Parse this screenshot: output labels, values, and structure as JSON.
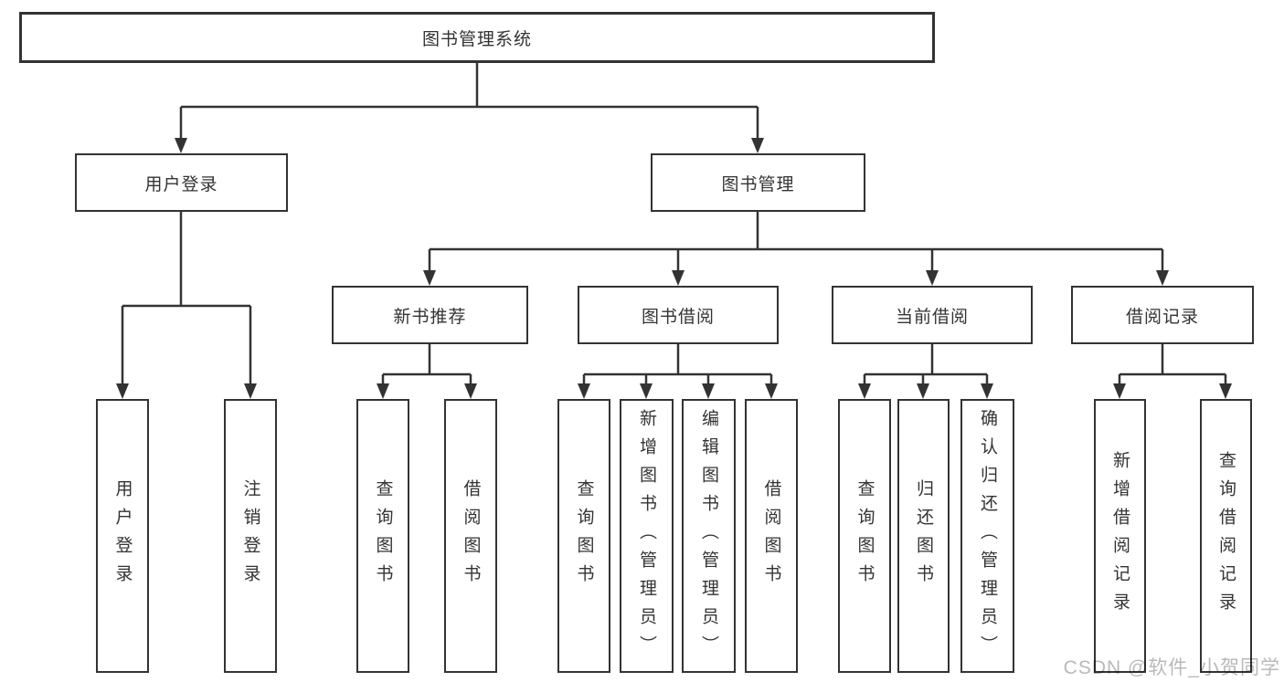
{
  "colors": {
    "line": "#333333",
    "text": "#333333",
    "box_background": "#ffffff",
    "watermark": "#b9b9b9",
    "page_background": "#ffffff"
  },
  "watermark": {
    "text": "CSDN @软件_小贺同学"
  },
  "nodes": {
    "root": {
      "label": "图书管理系统"
    },
    "level2": [
      {
        "label": "用户登录",
        "parent": "图书管理系统"
      },
      {
        "label": "图书管理",
        "parent": "图书管理系统"
      }
    ],
    "level3": [
      {
        "label": "新书推荐",
        "parent": "图书管理"
      },
      {
        "label": "图书借阅",
        "parent": "图书管理"
      },
      {
        "label": "当前借阅",
        "parent": "图书管理"
      },
      {
        "label": "借阅记录",
        "parent": "图书管理"
      }
    ],
    "leaves": [
      {
        "label": "用户登录",
        "parent": "用户登录"
      },
      {
        "label": "注销登录",
        "parent": "用户登录"
      },
      {
        "label": "查询图书",
        "parent": "新书推荐"
      },
      {
        "label": "借阅图书",
        "parent": "新书推荐"
      },
      {
        "label": "查询图书",
        "parent": "图书借阅"
      },
      {
        "label": "新增图书（管理员）",
        "parent": "图书借阅"
      },
      {
        "label": "编辑图书（管理员）",
        "parent": "图书借阅"
      },
      {
        "label": "借阅图书",
        "parent": "图书借阅"
      },
      {
        "label": "查询图书",
        "parent": "当前借阅"
      },
      {
        "label": "归还图书",
        "parent": "当前借阅"
      },
      {
        "label": "确认归还（管理员）",
        "parent": "当前借阅"
      },
      {
        "label": "新增借阅记录",
        "parent": "借阅记录"
      },
      {
        "label": "查询借阅记录",
        "parent": "借阅记录"
      }
    ]
  }
}
